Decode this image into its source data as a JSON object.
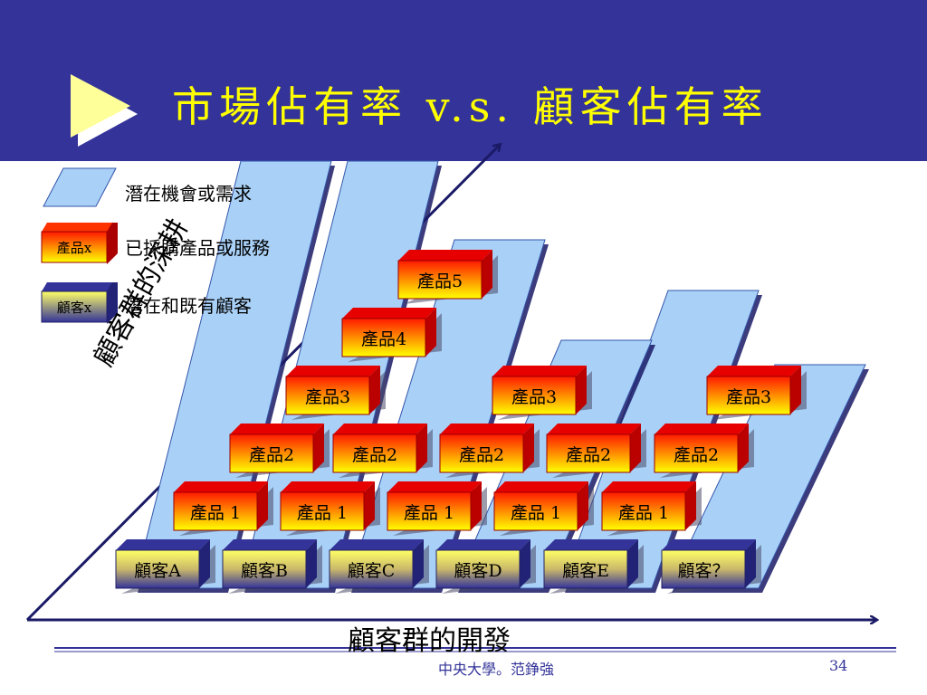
{
  "slide": {
    "title": "市場佔有率 v.s. 顧客佔有率",
    "colors": {
      "header_bg": "#333399",
      "title_color": "#ffff00",
      "opportunity_fill": "#a9d1f7",
      "product_gradient": [
        "#ff0000",
        "#ffff00"
      ],
      "customer_gradient": [
        "#ffff66",
        "#333399"
      ],
      "axis_color": "#1a1a66"
    }
  },
  "legend": [
    {
      "symbol": "parallelogram",
      "symbol_text": "",
      "label": "潛在機會或需求"
    },
    {
      "symbol": "product-box",
      "symbol_text": "產品x",
      "label": "已採購產品或服務"
    },
    {
      "symbol": "customer-box",
      "symbol_text": "顧客x",
      "label": "潛在和既有顧客"
    }
  ],
  "axes": {
    "vertical_label": "顧客群的深耕",
    "horizontal_label": "顧客群的開發"
  },
  "columns": [
    {
      "customer": "顧客A",
      "products": [
        "產品 1",
        "產品2",
        "產品3",
        "產品4",
        "產品5"
      ]
    },
    {
      "customer": "顧客B",
      "products": [
        "產品 1",
        "產品2"
      ]
    },
    {
      "customer": "顧客C",
      "products": [
        "產品 1",
        "產品2",
        "產品3"
      ]
    },
    {
      "customer": "顧客D",
      "products": [
        "產品 1",
        "產品2"
      ]
    },
    {
      "customer": "顧客E",
      "products": [
        "產品 1",
        "產品2",
        "產品3"
      ]
    },
    {
      "customer": "顧客？",
      "products": []
    }
  ],
  "footer": {
    "text": "中央大學。范錚強",
    "page_number": "34"
  }
}
